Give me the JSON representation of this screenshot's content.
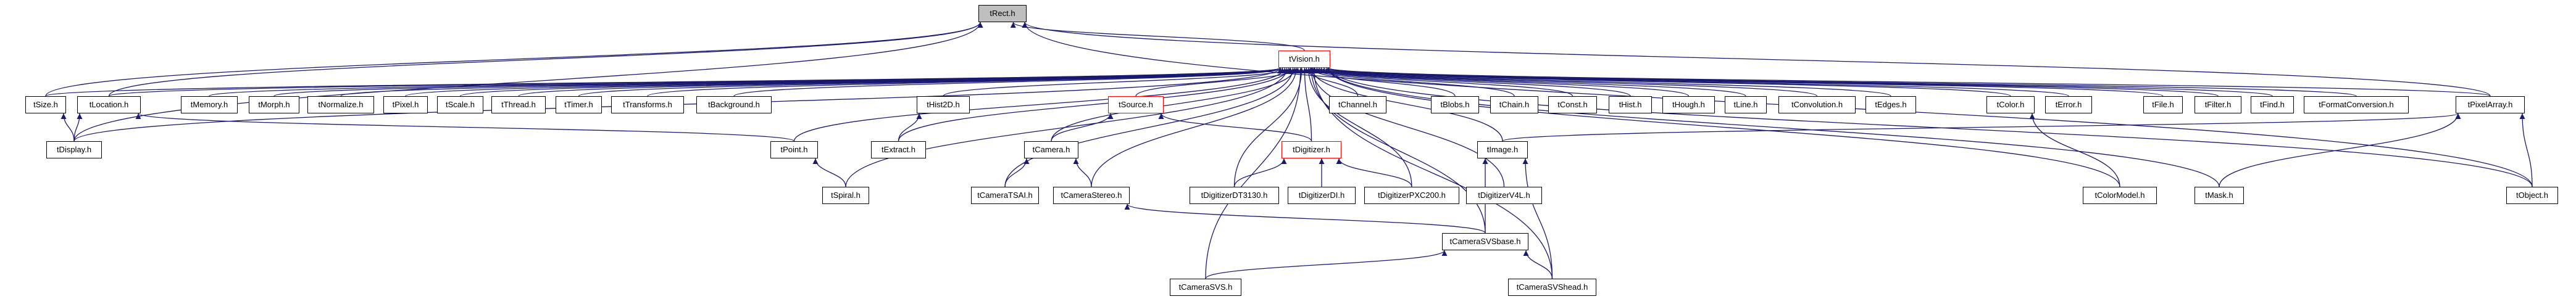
{
  "colors": {
    "edge": "#191970",
    "node_border": "#000000",
    "node_alt_border": "#ff0000",
    "highlight_fill": "#bfbfbf"
  },
  "nodes": {
    "tRect": "tRect.h",
    "tVision": "tVision.h",
    "tSize": "tSize.h",
    "tLocation": "tLocation.h",
    "tMemory": "tMemory.h",
    "tMorph": "tMorph.h",
    "tNormalize": "tNormalize.h",
    "tPixel": "tPixel.h",
    "tScale": "tScale.h",
    "tThread": "tThread.h",
    "tTimer": "tTimer.h",
    "tTransforms": "tTransforms.h",
    "tBackground": "tBackground.h",
    "tHist2D": "tHist2D.h",
    "tSource": "tSource.h",
    "tChannel": "tChannel.h",
    "tBlobs": "tBlobs.h",
    "tChain": "tChain.h",
    "tConst": "tConst.h",
    "tHist": "tHist.h",
    "tHough": "tHough.h",
    "tLine": "tLine.h",
    "tConvolution": "tConvolution.h",
    "tEdges": "tEdges.h",
    "tColor": "tColor.h",
    "tError": "tError.h",
    "tFile": "tFile.h",
    "tFilter": "tFilter.h",
    "tFind": "tFind.h",
    "tFormatConversion": "tFormatConversion.h",
    "tPixelArray": "tPixelArray.h",
    "tDisplay": "tDisplay.h",
    "tPoint": "tPoint.h",
    "tExtract": "tExtract.h",
    "tCamera": "tCamera.h",
    "tDigitizer": "tDigitizer.h",
    "tImage": "tImage.h",
    "tColorModel": "tColorModel.h",
    "tMask": "tMask.h",
    "tObject": "tObject.h",
    "tSpiral": "tSpiral.h",
    "tCameraTSAI": "tCameraTSAI.h",
    "tCameraStereo": "tCameraStereo.h",
    "tDigitizerDT3130": "tDigitizerDT3130.h",
    "tDigitizerDI": "tDigitizerDI.h",
    "tDigitizerPXC200": "tDigitizerPXC200.h",
    "tDigitizerV4L": "tDigitizerV4L.h",
    "tCameraSVSbase": "tCameraSVSbase.h",
    "tCameraSVS": "tCameraSVS.h",
    "tCameraSVShead": "tCameraSVShead.h"
  }
}
